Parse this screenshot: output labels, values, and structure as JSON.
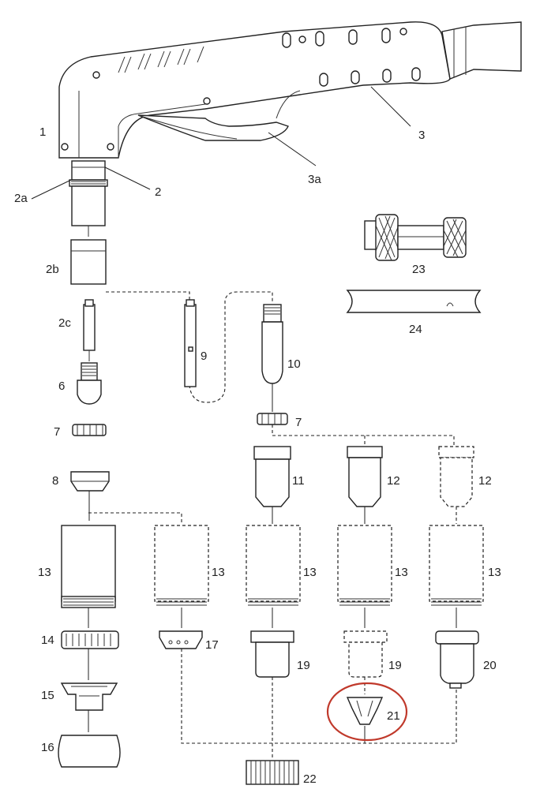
{
  "labels": {
    "l1": "1",
    "l2": "2",
    "l2a": "2a",
    "l2b": "2b",
    "l2c": "2c",
    "l3": "3",
    "l3a": "3a",
    "l6": "6",
    "l7a": "7",
    "l7b": "7",
    "l8": "8",
    "l9": "9",
    "l10": "10",
    "l11": "11",
    "l12a": "12",
    "l12b": "12",
    "l13a": "13",
    "l13b": "13",
    "l13c": "13",
    "l13d": "13",
    "l13e": "13",
    "l14": "14",
    "l15": "15",
    "l16": "16",
    "l17": "17",
    "l19a": "19",
    "l19b": "19",
    "l20": "20",
    "l21": "21",
    "l22": "22",
    "l23": "23",
    "l24": "24"
  },
  "colors": {
    "line": "#222222",
    "highlight": "#c0392b",
    "background": "#ffffff"
  }
}
